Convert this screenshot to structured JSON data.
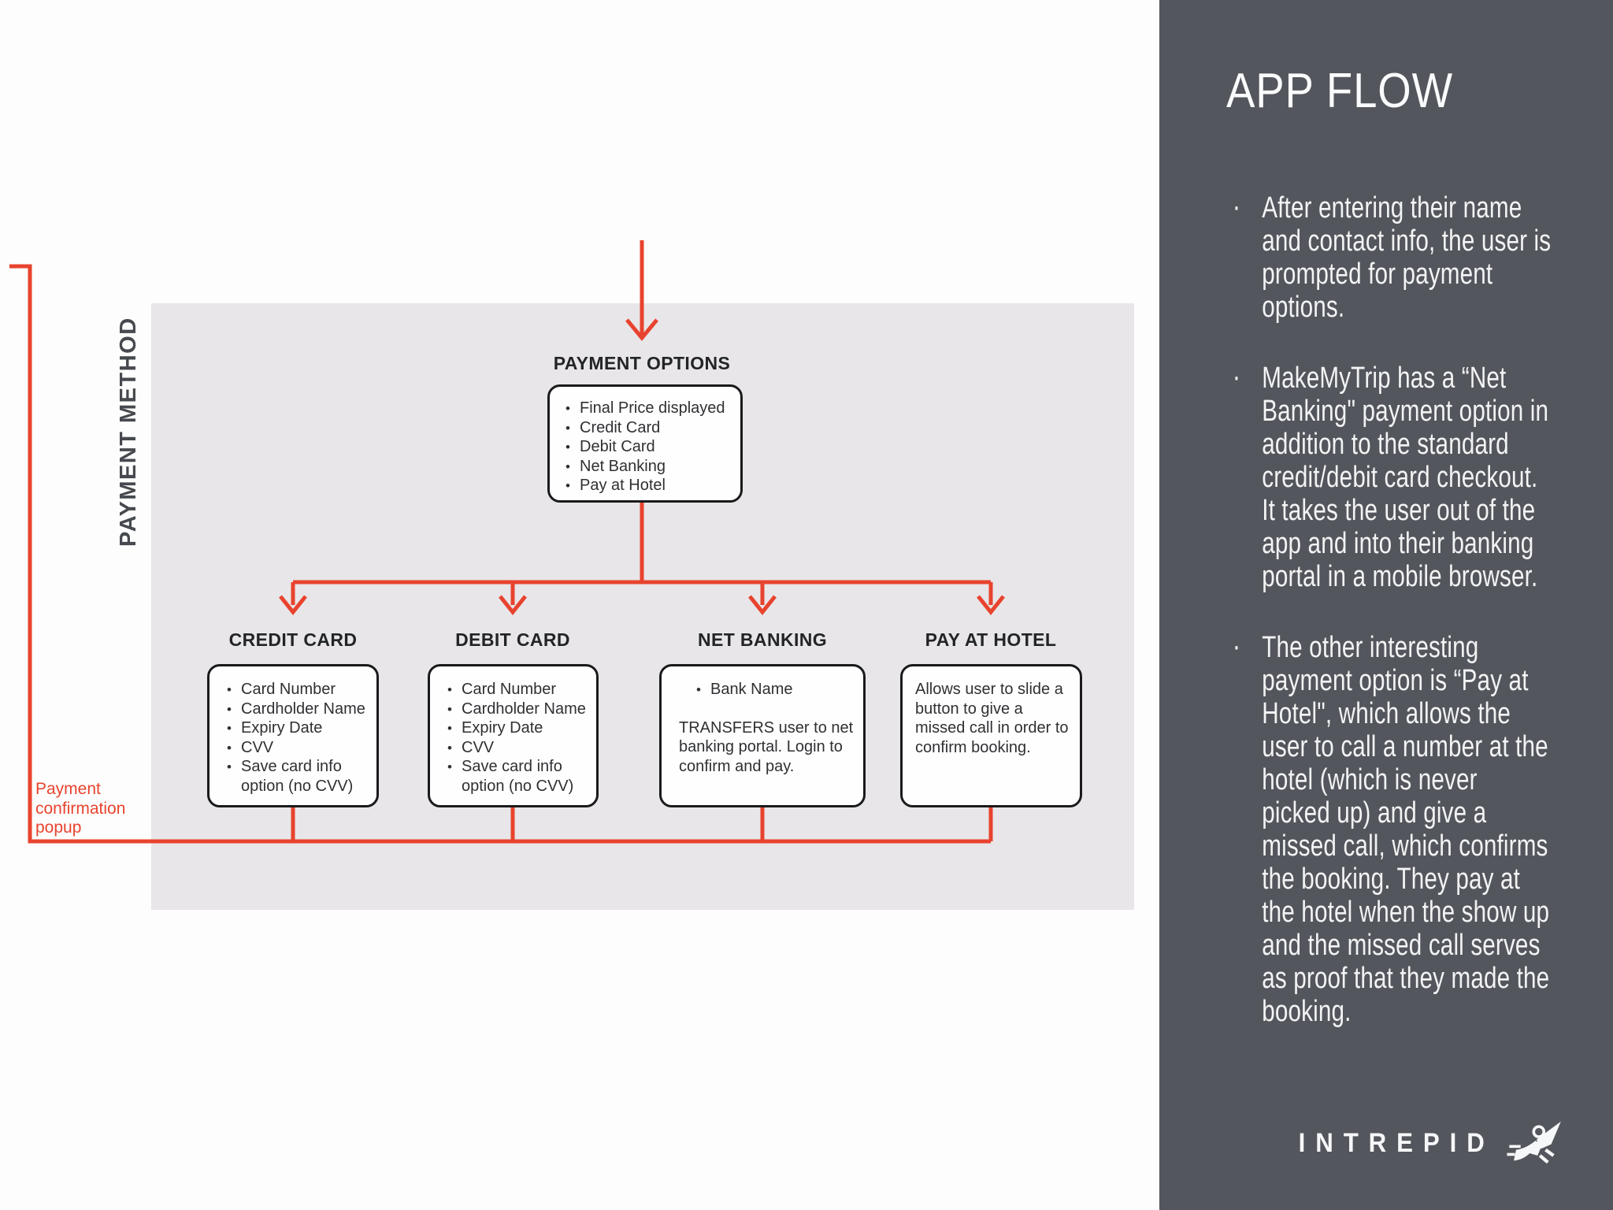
{
  "diagram": {
    "side_label": "PAYMENT METHOD",
    "confirmation_label": "Payment confirmation popup",
    "root": {
      "title": "PAYMENT OPTIONS",
      "items": [
        "Final Price displayed",
        "Credit Card",
        "Debit Card",
        "Net Banking",
        "Pay at Hotel"
      ]
    },
    "branches": [
      {
        "title": "CREDIT CARD",
        "items": [
          "Card Number",
          "Cardholder Name",
          "Expiry Date",
          "CVV",
          "Save card info option (no CVV)"
        ]
      },
      {
        "title": "DEBIT CARD",
        "items": [
          "Card Number",
          "Cardholder Name",
          "Expiry Date",
          "CVV",
          "Save card info option (no CVV)"
        ]
      },
      {
        "title": "NET BANKING",
        "items": [
          "Bank Name"
        ],
        "note": "TRANSFERS user to net banking portal. Login to confirm and pay."
      },
      {
        "title": "PAY AT HOTEL",
        "note": "Allows user to slide a button to give a missed call in order to confirm booking."
      }
    ]
  },
  "sidebar": {
    "title": "APP FLOW",
    "bullets": [
      "After entering their name and contact info, the user is prompted for payment options.",
      "MakeMyTrip has a “Net Banking\" payment option in addition to the standard credit/debit card checkout. It takes the user out of the app and into their banking portal in a mobile browser.",
      "The other interesting payment option is “Pay at Hotel\", which allows the user to call a number at the hotel (which is never picked up) and give a missed call, which confirms the booking. They pay at the hotel when the show up and the missed call serves as proof that they made the booking."
    ],
    "logo_text": "INTREPID"
  },
  "colors": {
    "accent_red": "#E8432E",
    "sidebar_bg": "#53565C",
    "panel_bg": "#E8E6E8",
    "box_border": "#1A1A1C",
    "diagram_text": "#2F3033",
    "sidebar_text": "#F2F3F4"
  }
}
